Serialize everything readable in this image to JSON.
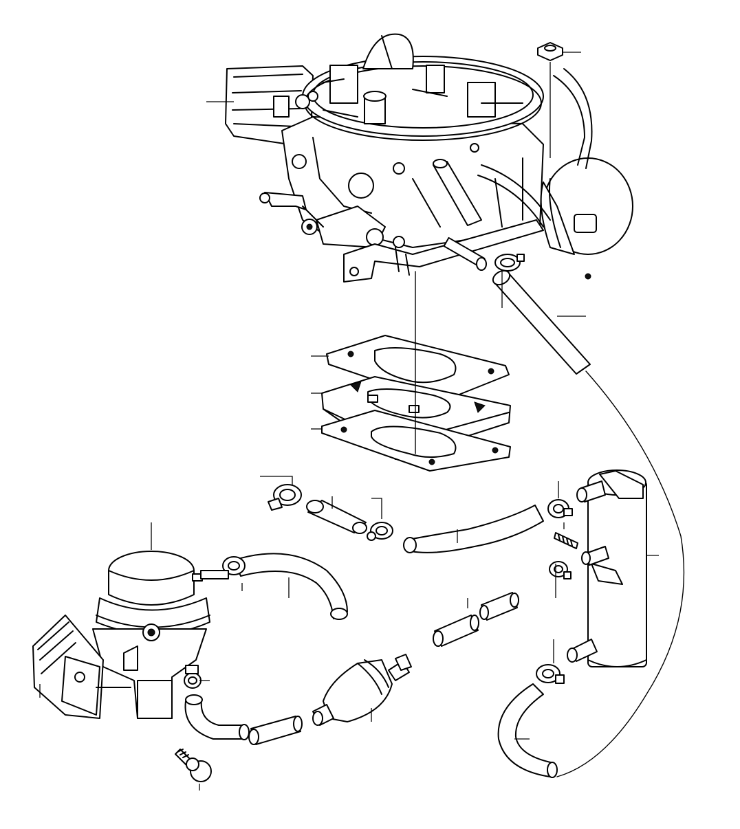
{
  "diagram": {
    "background": "#ffffff",
    "line_color": "#000000",
    "parts": [
      "carburetor",
      "mounting-nut",
      "vacuum-hose",
      "vacuum-diaphragm",
      "throttle-linkage",
      "fuel-inlet-hose",
      "hose-clamp",
      "gasket-upper",
      "insulator-spacer",
      "gasket-lower",
      "hose-clamp-upper-left",
      "connector-tube",
      "hose-clamp-mid",
      "fuel-return-hose",
      "hose-clamp-canister",
      "vapor-canister",
      "canister-screw",
      "canister-fitting-lower",
      "canister-hose",
      "fuel-pump",
      "pump-outlet-hose",
      "pump-hose-clamp",
      "pump-inlet-hose",
      "fuel-filter",
      "filter-hose",
      "filter-connector",
      "mounting-bolt",
      "vent-line"
    ]
  }
}
